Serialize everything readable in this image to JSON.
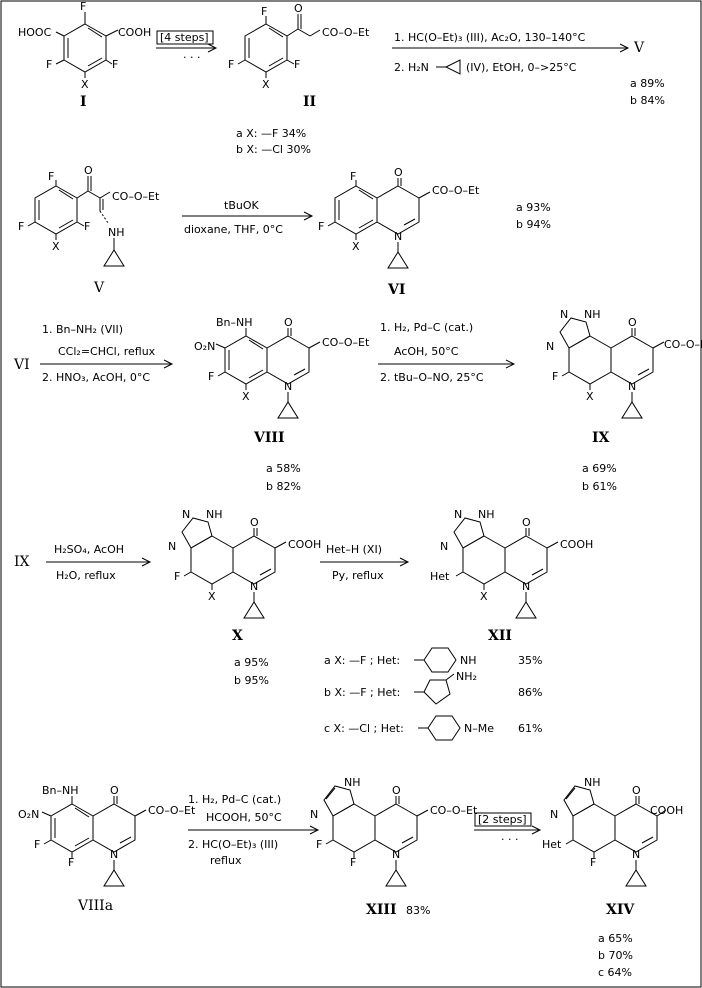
{
  "compounds": {
    "I": {
      "label": "I",
      "atoms": [
        "HOOC",
        "COOH",
        "F",
        "F",
        "F",
        "X"
      ]
    },
    "II": {
      "label": "II",
      "atoms": [
        "F",
        "O",
        "CO–O–Et",
        "F",
        "F",
        "X"
      ]
    },
    "V_top": {
      "label": "V"
    },
    "V": {
      "label": "V",
      "atoms": [
        "F",
        "O",
        "CO–O–Et",
        "F",
        "F",
        "X",
        "NH"
      ]
    },
    "VI": {
      "label": "VI",
      "atoms": [
        "F",
        "O",
        "CO–O–Et",
        "F",
        "X",
        "N"
      ]
    },
    "VI_start": {
      "label": "VI"
    },
    "VIII": {
      "label": "VIII",
      "atoms": [
        "Bn–NH",
        "O",
        "O₂N",
        "CO–O–Et",
        "F",
        "X",
        "N"
      ]
    },
    "IX": {
      "label": "IX",
      "atoms": [
        "N",
        "NH",
        "N",
        "O",
        "CO–O–Et",
        "F",
        "X",
        "N"
      ]
    },
    "IX_start": {
      "label": "IX"
    },
    "X": {
      "label": "X",
      "atoms": [
        "N",
        "NH",
        "N",
        "O",
        "COOH",
        "F",
        "X",
        "N"
      ]
    },
    "XII": {
      "label": "XII",
      "atoms": [
        "N",
        "NH",
        "N",
        "O",
        "COOH",
        "Het",
        "X",
        "N"
      ]
    },
    "VIIIa": {
      "label": "VIIIa",
      "atoms": [
        "Bn–NH",
        "O",
        "O₂N",
        "CO–O–Et",
        "F",
        "F",
        "N"
      ]
    },
    "XIII": {
      "label": "XIII",
      "yield": "83%",
      "atoms": [
        "NH",
        "N",
        "O",
        "CO–O–Et",
        "F",
        "F",
        "N"
      ]
    },
    "XIV": {
      "label": "XIV",
      "atoms": [
        "NH",
        "N",
        "O",
        "COOH",
        "Het",
        "F",
        "N"
      ]
    }
  },
  "reactions": {
    "r1": {
      "top": "[4 steps]"
    },
    "r2": {
      "line1": "1. HC(O–Et)₃   (III),  Ac₂O,  130–140°C",
      "line2_pre": "2. H₂N",
      "line2_post": "(IV),  EtOH,  0–>25°C"
    },
    "r3": {
      "top": "tBuOK",
      "bottom": "dioxane,  THF,  0°C"
    },
    "r4": {
      "line1": "1. Bn–NH₂   (VII)",
      "line2": "CCl₂=CHCl,   reflux",
      "line3": "2. HNO₃,  AcOH,   0°C"
    },
    "r5": {
      "line1": "1. H₂,  Pd–C  (cat.)",
      "line2": "AcOH,   50°C",
      "line3": "2. tBu–O–NO,  25°C"
    },
    "r6": {
      "top": "H₂SO₄,  AcOH",
      "bottom": "H₂O,  reflux"
    },
    "r7": {
      "top": "Het–H   (XI)",
      "bottom": "Py,  reflux"
    },
    "r8": {
      "line1": "1.  H₂,  Pd–C  (cat.)",
      "line2": "HCOOH,   50°C",
      "line3": "2. HC(O–Et)₃   (III)",
      "line4": "reflux"
    },
    "r9": {
      "top": "[2 steps]"
    }
  },
  "yields": {
    "II": [
      "a  X:  —F     34%",
      "b  X:  —Cl    30%"
    ],
    "V": [
      "a  89%",
      "b  84%"
    ],
    "VI": [
      "a 93%",
      "b 94%"
    ],
    "VIII": [
      "a  58%",
      "b  82%"
    ],
    "IX": [
      "a  69%",
      "b  61%"
    ],
    "X": [
      "a  95%",
      "b  95%"
    ],
    "XII": [
      {
        "pre": "a X:  —F ;  Het:",
        "value": "35%",
        "ring_atoms": [
          "NH"
        ]
      },
      {
        "pre": "b X:  —F ;  Het:",
        "value": "86%",
        "ring_atoms": [
          "NH₂"
        ]
      },
      {
        "pre": "c X:  —Cl ;  Het:",
        "value": "61%",
        "ring_atoms": [
          "N–Me"
        ]
      }
    ],
    "XIV": [
      "a  65%",
      "b  70%",
      "c  64%"
    ]
  }
}
